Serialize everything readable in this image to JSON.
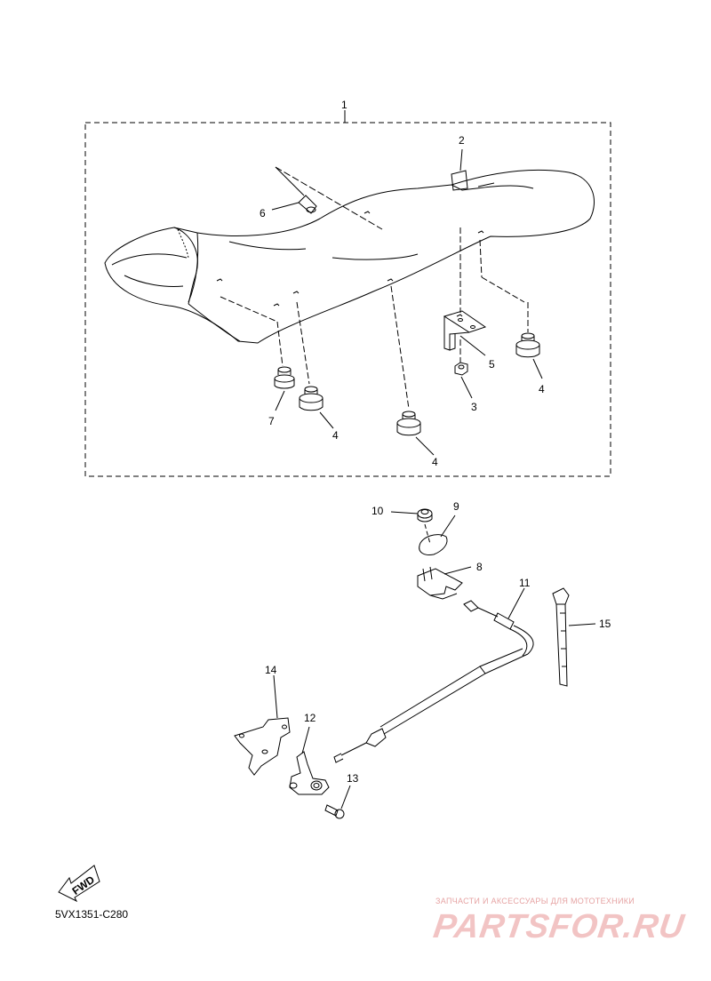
{
  "callouts": {
    "c1": "1",
    "c2": "2",
    "c3": "3",
    "c4a": "4",
    "c4b": "4",
    "c4c": "4",
    "c5": "5",
    "c6": "6",
    "c7": "7",
    "c8": "8",
    "c9": "9",
    "c10": "10",
    "c11": "11",
    "c12": "12",
    "c13": "13",
    "c14": "14",
    "c15": "15"
  },
  "fwd_label": "FWD",
  "diagram_code": "5VX1351-C280",
  "watermark": {
    "tagline": "ЗАПЧАСТИ И АКСЕССУАРЫ ДЛЯ МОТОТЕХНИКИ",
    "brand": "PARTSFOR.RU"
  },
  "colors": {
    "ink": "#000000",
    "watermark": "#f2c4c4",
    "background": "#ffffff"
  }
}
